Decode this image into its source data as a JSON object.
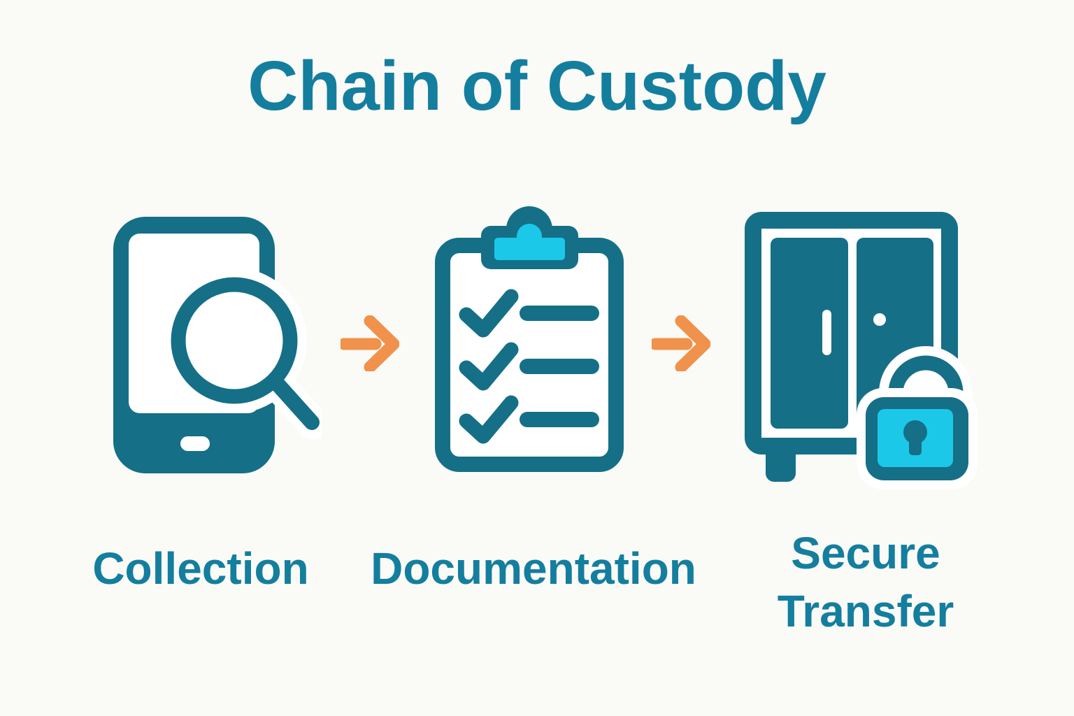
{
  "title": "Chain of Custody",
  "colors": {
    "icon_teal": "#156F87",
    "text_teal": "#147E9E",
    "accent_cyan": "#1CC8E8",
    "arrow_orange": "#F0924B",
    "background": "#FAFAF7"
  },
  "steps": [
    {
      "label": "Collection",
      "icon": "phone-search-icon"
    },
    {
      "label": "Documentation",
      "icon": "clipboard-checklist-icon"
    },
    {
      "label": "Secure Transfer",
      "icon": "locked-cabinet-icon"
    }
  ],
  "arrows": [
    {
      "icon": "arrow-right-icon"
    },
    {
      "icon": "arrow-right-icon"
    }
  ]
}
